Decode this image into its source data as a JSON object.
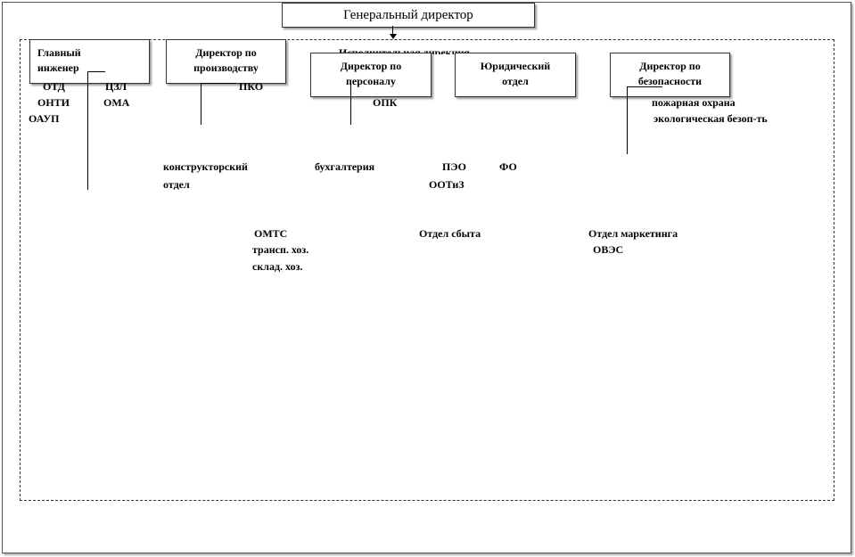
{
  "ceo": "Генеральный директор",
  "executive_directorate": "Исполнительная дирекция",
  "chief_engineer": {
    "line1": "Главный",
    "line2": "инженер"
  },
  "production_director": {
    "line1": "Директор по",
    "line2": "производству"
  },
  "hr_director": {
    "line1": "Директор по",
    "line2": "персоналу"
  },
  "legal_department": {
    "line1": "Юридический",
    "line2": "отдел"
  },
  "security_director": {
    "line1": "Директор по",
    "line2": "безопасности"
  },
  "chief_engineer_units": [
    "ОТД",
    "ЦЗЛ",
    "ОНТИ",
    "ОМА",
    "ОАУП"
  ],
  "production_units": [
    "ПКО"
  ],
  "hr_units": [
    "ОПК"
  ],
  "security_units": [
    "пожарная охрана",
    "экологическая безоп-ть"
  ],
  "row2": {
    "design_dept_line1": "конструкторский",
    "design_dept_line2": "отдел",
    "accounting": "бухгалтерия",
    "peo": "ПЭО",
    "fo": "ФО",
    "ootiz": "ООТиЗ"
  },
  "row3": {
    "omts": "ОМТС",
    "transport": "трансп. хоз.",
    "warehouse": "склад. хоз.",
    "sales": "Отдел сбыта",
    "marketing": "Отдел маркетинга",
    "oves": "ОВЭС"
  }
}
